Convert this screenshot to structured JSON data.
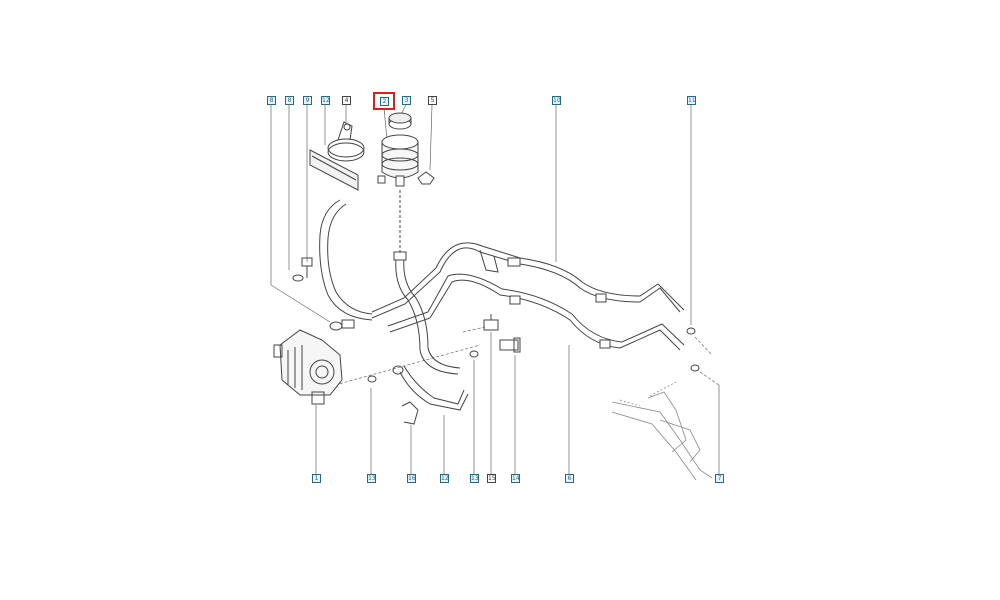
{
  "diagram": {
    "callouts": {
      "c8a": "8",
      "c8b": "8",
      "c9": "9",
      "c12a": "12",
      "c4": "4",
      "c2": "2",
      "c3": "3",
      "c5": "5",
      "c10": "10",
      "c11": "11",
      "c1": "1",
      "c13": "13",
      "c16": "16",
      "c12b": "12",
      "c13b": "13",
      "c15": "15",
      "c14": "14",
      "c6": "6",
      "c7": "7"
    },
    "highlighted_part": "2",
    "colors": {
      "callout_border": "#1f6c8c",
      "highlight": "#e21b1b",
      "line": "#444444"
    }
  }
}
